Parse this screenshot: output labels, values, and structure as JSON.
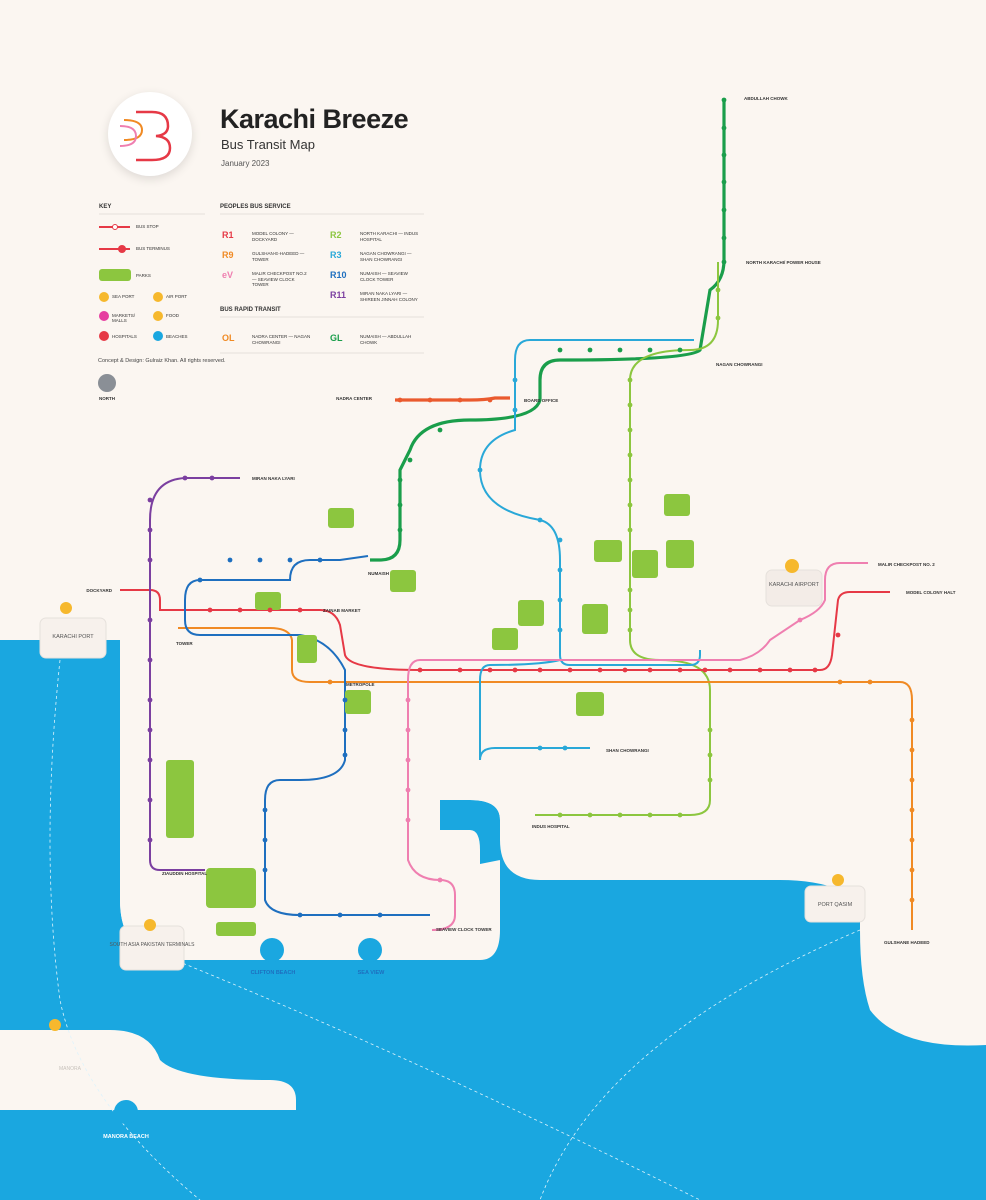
{
  "header": {
    "title": "Karachi Breeze",
    "subtitle": "Bus Transit Map",
    "date": "January 2023"
  },
  "key": {
    "title": "KEY",
    "items": [
      "BUS STOP",
      "BUS TERMINUS",
      "PARKS",
      "SEA PORT",
      "AIR PORT",
      "MARKETS/ MALLS",
      "FOOD",
      "HOSPITALS",
      "BEACHES"
    ]
  },
  "peoples_bus_service": {
    "title": "PEOPLES BUS SERVICE",
    "routes": [
      {
        "code": "R1",
        "name": "MODEL COLONY — DOCKYARD",
        "color": "#e63946"
      },
      {
        "code": "R2",
        "name": "NORTH KARACHI — INDUS HOSPITAL",
        "color": "#8cc63f"
      },
      {
        "code": "R9",
        "name": "GULSHAN-E-HADEED — TOWER",
        "color": "#f08a24"
      },
      {
        "code": "R3",
        "name": "NAGAN CHOWRANGI — SHAN CHOWRANGI",
        "color": "#29a8d8"
      },
      {
        "code": "eV",
        "name": "MALIR CHECKPOST NO.2 — SEAVIEW CLOCK TOWER",
        "color": "#ef7fb0"
      },
      {
        "code": "R10",
        "name": "NUMAISH — SEAVIEW CLOCK TOWER",
        "color": "#1e6fbf"
      },
      {
        "code": "R11",
        "name": "MIRAN NAKA LYARI — SHIREEN JINNAH COLONY",
        "color": "#7b3fa0"
      }
    ]
  },
  "bus_rapid_transit": {
    "title": "BUS RAPID TRANSIT",
    "routes": [
      {
        "code": "OL",
        "name": "NADRA CENTER — NAGAN CHOWRANGI",
        "color": "#f08a24"
      },
      {
        "code": "GL",
        "name": "NUMAISH — ABDULLAH CHOWK",
        "color": "#1a9e4b"
      }
    ]
  },
  "credit": "Concept & Design: Gulraiz Khan. All rights reserved.",
  "north_label": "NORTH",
  "places": {
    "karachi_port": "KARACHI PORT",
    "south_asia": "SOUTH ASIA PAKISTAN TERMINALS",
    "port_qasim": "PORT QASIM",
    "karachi_airport": "KARACHI AIRPORT",
    "clifton_beach": "CLIFTON BEACH",
    "sea_view": "SEA VIEW",
    "manora_beach": "MANORA BEACH",
    "manora": "MANORA"
  },
  "stations": {
    "abdullah_chowk": "ABDULLAH CHOWK",
    "north_karachi": "NORTH KARACHI/ POWER HOUSE",
    "nagan": "NAGAN CHOWRANGI",
    "nadra": "NADRA CENTER",
    "board_office": "BOARD OFFICE",
    "numaish": "NUMAISH",
    "miran_naka": "MIRAN NAKA LYARI",
    "dockyard": "DOCKYARD",
    "tower": "TOWER",
    "zainab": "ZAINAB MARKET",
    "metropole": "METROPOLE",
    "shan": "SHAN CHOWRANGI",
    "indus": "INDUS HOSPITAL",
    "seaview_clock": "SEAVIEW CLOCK TOWER",
    "ziauddin": "ZIAUDDIN HOSPITAL",
    "malir_checkpost": "MALIR CHECKPOST NO. 2",
    "model_colony": "MODEL COLONY HALT",
    "gulshane_hadeed": "GULSHANE HADEED"
  }
}
